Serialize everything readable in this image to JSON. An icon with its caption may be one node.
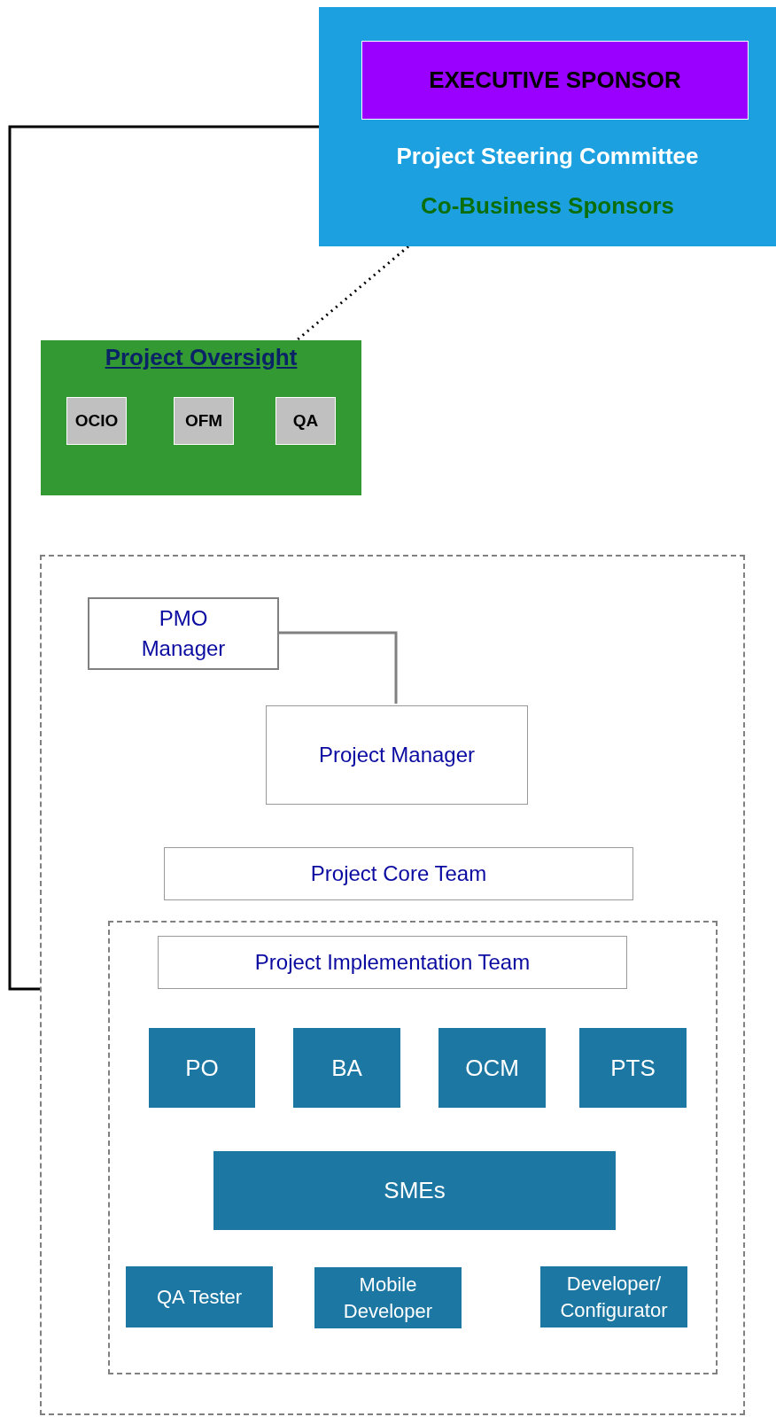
{
  "diagram": {
    "nodes": [
      {
        "text": [
          "Project Steering Committee",
          "Co-Business Sponsors"
        ]
      },
      {
        "text": [
          "EXECUTIVE SPONSOR"
        ],
        "in": 0
      },
      {
        "text": [
          "Project Oversight"
        ]
      },
      {
        "text": [
          "OCIO"
        ],
        "in": 2
      },
      {
        "text": [
          "OFM"
        ],
        "in": 2
      },
      {
        "text": [
          "QA"
        ],
        "in": 2
      },
      {
        "text": [],
        "shape": "box"
      },
      {
        "text": [
          "PMO Manager"
        ],
        "in": 6
      },
      {
        "text": [
          "Project Manager"
        ],
        "in": 6
      },
      {
        "text": [
          "Project Core Team"
        ],
        "in": 6
      },
      {
        "text": [],
        "shape": "box",
        "in": 6
      },
      {
        "text": [
          "Project Implementation Team"
        ],
        "in": 10
      },
      {
        "text": [
          "PO"
        ],
        "in": 10
      },
      {
        "text": [
          "BA"
        ],
        "in": 10
      },
      {
        "text": [
          "OCM"
        ],
        "in": 10
      },
      {
        "text": [
          "PTS"
        ],
        "in": 10
      },
      {
        "text": [
          "SMEs"
        ],
        "in": 10
      },
      {
        "text": [
          "QA Tester"
        ],
        "in": 10
      },
      {
        "text": [
          "Mobile Developer"
        ],
        "in": 10
      },
      {
        "text": [
          "Developer/ Configurator"
        ],
        "in": 10
      }
    ],
    "edges": [
      {
        "from": 0,
        "to": 2,
        "arrow": "none",
        "style": "dashed"
      },
      {
        "from": 0,
        "to": 6,
        "arrow": "none"
      },
      {
        "from": 7,
        "to": 8,
        "arrow": "none",
        "color": "#808080"
      }
    ]
  }
}
